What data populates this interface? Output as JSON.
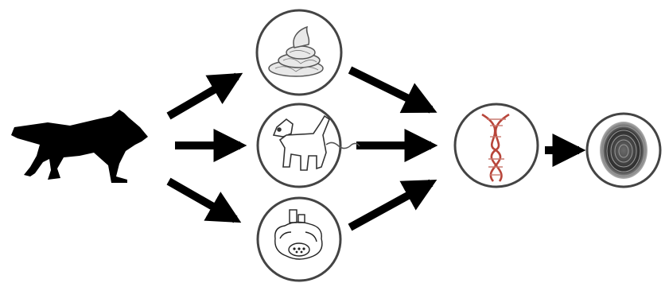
{
  "diagram": {
    "nodes": [
      {
        "id": "wolf",
        "icon": "wolf-silhouette-icon"
      },
      {
        "id": "scat",
        "icon": "scat-icon"
      },
      {
        "id": "urine",
        "icon": "urinating-dog-icon"
      },
      {
        "id": "hair-trap",
        "icon": "hair-sample-icon"
      },
      {
        "id": "dna",
        "icon": "dna-helix-icon"
      },
      {
        "id": "fingerprint",
        "icon": "genetic-fingerprint-icon"
      }
    ],
    "edges": [
      {
        "from": "wolf",
        "to": "scat"
      },
      {
        "from": "wolf",
        "to": "urine"
      },
      {
        "from": "wolf",
        "to": "hair-trap"
      },
      {
        "from": "scat",
        "to": "dna"
      },
      {
        "from": "urine",
        "to": "dna"
      },
      {
        "from": "hair-trap",
        "to": "dna"
      },
      {
        "from": "dna",
        "to": "fingerprint"
      }
    ],
    "colors": {
      "arrow": "#000000",
      "circle_stroke": "#444444",
      "dna_strand": "#b8453a",
      "silhouette": "#000000"
    }
  }
}
